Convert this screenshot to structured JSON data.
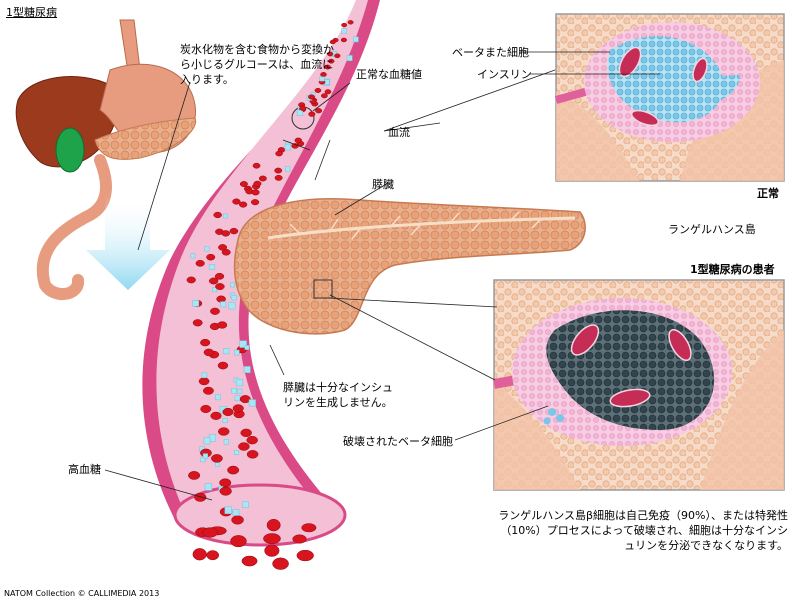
{
  "title": "1型糖尿病",
  "labels": {
    "carb_text": "炭水化物を含む食物から変換から小じるグルコースは、血流に入ります。",
    "normal_glucose": "正常な血糖値",
    "bloodstream": "血流",
    "pancreas": "膵臓",
    "beta_cells": "ベータまた細胞",
    "insulin": "インスリン",
    "normal": "正常",
    "islets": "ランゲルハンス島",
    "patient_title": "1型糖尿病の患者",
    "insufficient_insulin": "膵臓は十分なインシュリンを生成しません。",
    "destroyed_beta": "破壊されたベータ細胞",
    "hyperglycemia": "高血糖",
    "caption": "ランゲルハンス島β細胞は自己免疫（90%）、または特発性（10%）プロセスによって破壊され、細胞は十分なインシュリンを分泌できなくなります。"
  },
  "credit": "NATOM Collection © CALLIMEDIA 2013",
  "colors": {
    "vessel_wall": "#d94a86",
    "blood_plasma": "#f3c0d6",
    "red_cell": "#d8141e",
    "glucose": "#a8e6f4",
    "pancreas": "#e8a27a",
    "liver": "#9c3a1e",
    "stomach": "#e79c80",
    "gallbladder": "#1fa34a",
    "beta_cell_normal": "#7cc7e8",
    "beta_cell_destroyed": "#32444d",
    "inset_border": "#9a9a9a"
  }
}
